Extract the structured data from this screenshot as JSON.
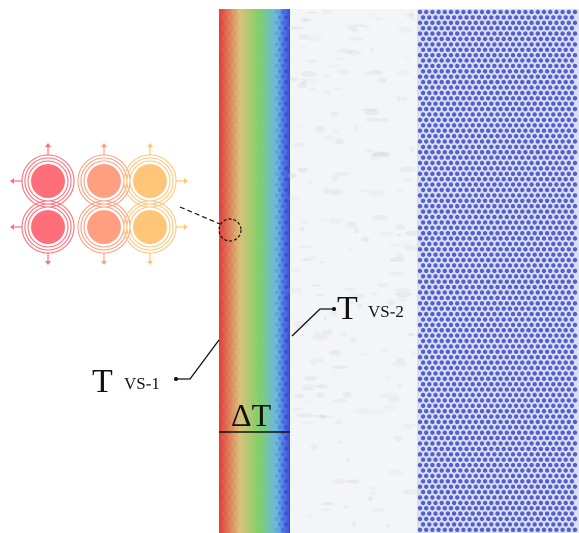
{
  "labels": {
    "t_vs1": {
      "main": "T",
      "sub": "VS-1"
    },
    "t_vs2": {
      "main": "T",
      "sub": "VS-2"
    },
    "delta_t": "ΔT"
  },
  "colors": {
    "gradient_stops": [
      "#e23c3c",
      "#d9c27a",
      "#7fd06a",
      "#6ab7e4",
      "#3b46d8"
    ],
    "cold_particles": "#3b49c9",
    "cold_bg": "#d9def0",
    "gap_bg": "#f4f5f7",
    "heat_source_row": [
      "#ff6f7a",
      "#ff9f82",
      "#ffc67a"
    ],
    "leader_line": "#111111"
  },
  "icons": {
    "heat_source": "radiating-heat-particle-icon",
    "magnifier": "dashed-circle-marker-icon"
  }
}
